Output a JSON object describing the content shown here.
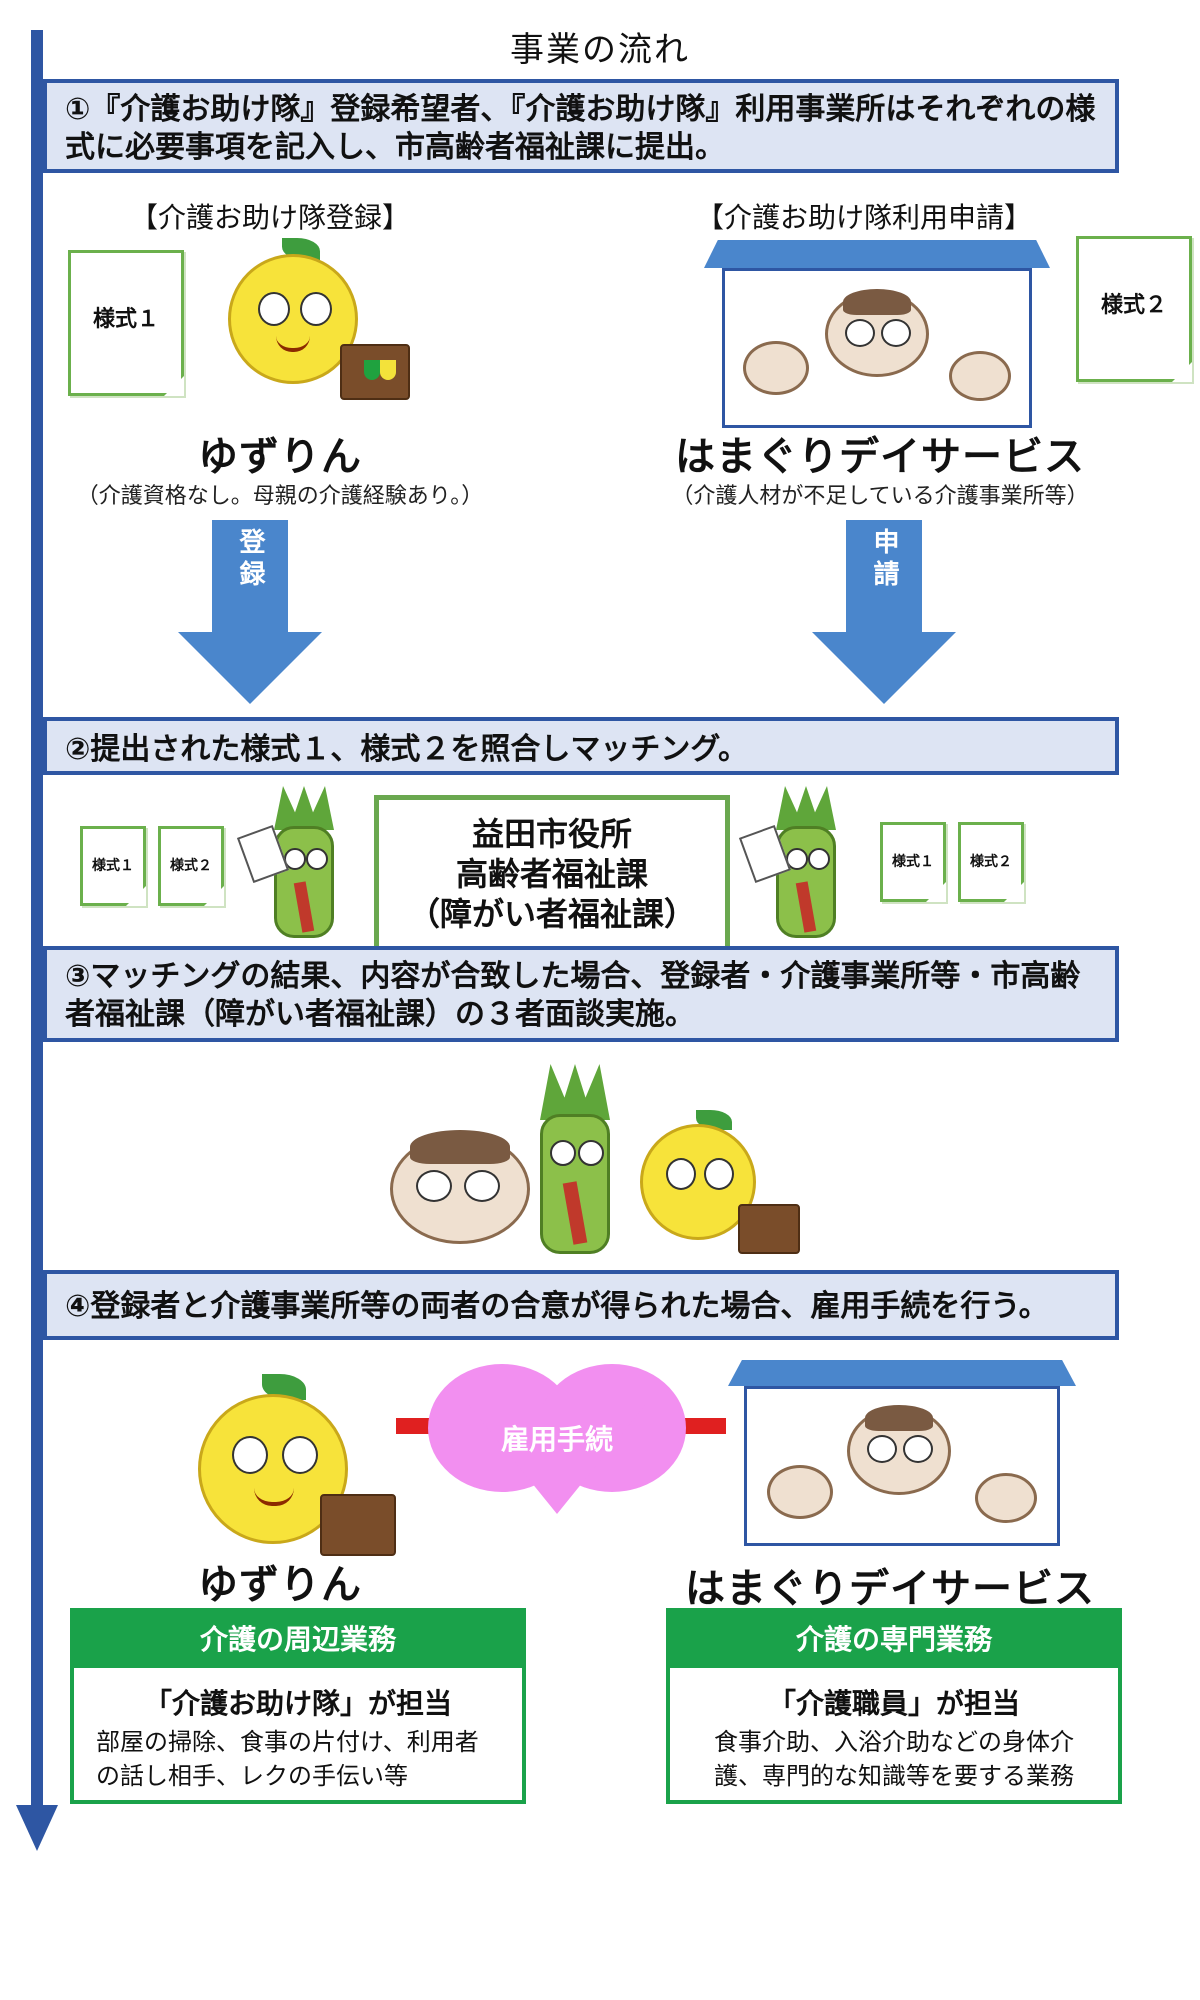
{
  "title": "事業の流れ",
  "steps": {
    "s1": "①『介護お助け隊』登録希望者、『介護お助け隊』利用事業所はそれぞれの様式に必要事項を記入し、市高齢者福祉課に提出。",
    "s2": "②提出された様式１、様式２を照合しマッチング。",
    "s3": "③マッチングの結果、内容が合致した場合、登録者・介護事業所等・市高齢者福祉課（障がい者福祉課）の３者面談実施。",
    "s4": "④登録者と介護事業所等の両者の合意が得られた場合、雇用手続を行う。"
  },
  "left": {
    "bracket": "【介護お助け隊登録】",
    "form": "様式１",
    "name": "ゆずりん",
    "note": "（介護資格なし。母親の介護経験あり。）",
    "arrow_label": "登録"
  },
  "right": {
    "bracket": "【介護お助け隊利用申請】",
    "form": "様式２",
    "name": "はまぐりデイサービス",
    "note": "（介護人材が不足している介護事業所等）",
    "arrow_label": "申請"
  },
  "office": {
    "line1": "益田市役所",
    "line2": "高齢者福祉課",
    "line3": "（障がい者福祉課）"
  },
  "small_forms": {
    "f1": "様式１",
    "f2": "様式２"
  },
  "hire": {
    "label": "雇用手続"
  },
  "bottom": {
    "left_name": "ゆずりん",
    "right_name": "はまぐりデイサービス",
    "left_box": {
      "head": "介護の周辺業務",
      "role": "「介護お助け隊」が担当",
      "text": "部屋の掃除、食事の片付け、利用者の話し相手、レクの手伝い等"
    },
    "right_box": {
      "head": "介護の専門業務",
      "role": "「介護職員」が担当",
      "text": "食事介助、入浴介助などの身体介護、専門的な知識等を要する業務"
    }
  },
  "colors": {
    "timeline": "#2e56a3",
    "step_bg": "#dde4f3",
    "arrow": "#4a86cc",
    "office_border": "#6aa84f",
    "heart": "#f28ff0",
    "connector": "#e02020",
    "duty_green": "#1aa24a"
  }
}
